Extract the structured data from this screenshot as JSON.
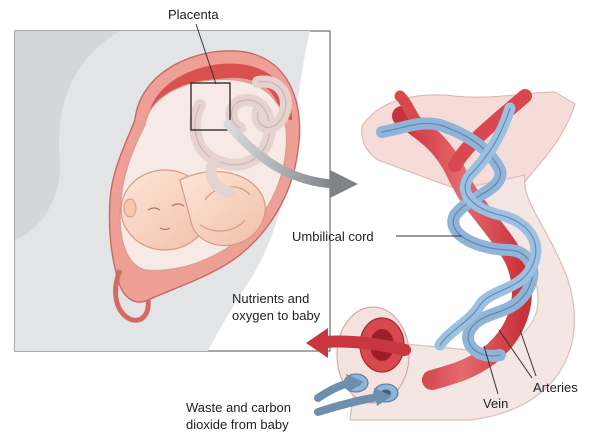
{
  "labels": {
    "placenta": "Placenta",
    "umbilical_cord": "Umbilical cord",
    "nutrients_line1": "Nutrients and",
    "nutrients_line2": "oxygen to baby",
    "waste_line1": "Waste and carbon",
    "waste_line2": "dioxide from baby",
    "vein": "Vein",
    "arteries": "Arteries"
  },
  "colors": {
    "artery_blue": "#8fb4d8",
    "vein_red": "#d9474f",
    "tissue_pink": "#f3c9c3",
    "uterus_wall": "#e98a83",
    "flow_arrow_red": "#c8373f",
    "flow_arrow_blue": "#6d8fab",
    "pointer_arrow_gray": "#8a8f93"
  }
}
